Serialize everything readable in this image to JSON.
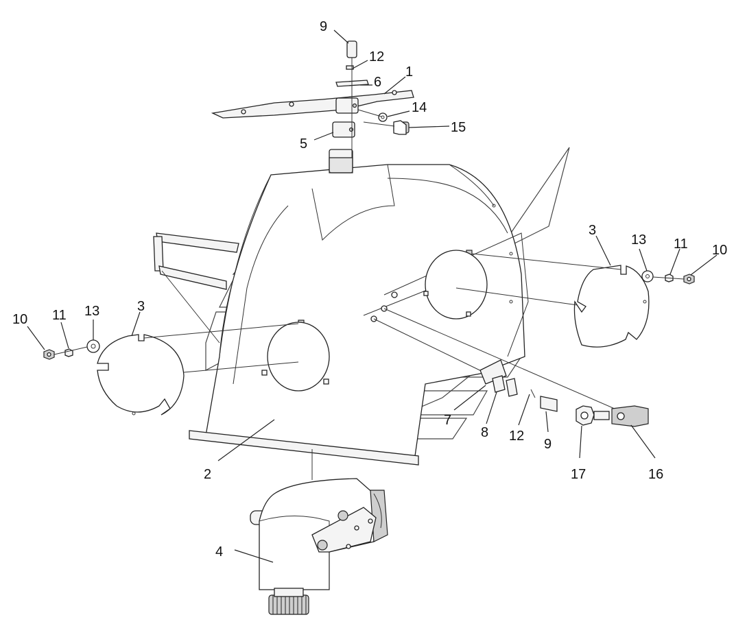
{
  "callouts": [
    {
      "id": "c-9-top",
      "label": "9"
    },
    {
      "id": "c-12-top",
      "label": "12"
    },
    {
      "id": "c-1",
      "label": "1"
    },
    {
      "id": "c-6",
      "label": "6"
    },
    {
      "id": "c-14",
      "label": "14"
    },
    {
      "id": "c-15",
      "label": "15"
    },
    {
      "id": "c-5",
      "label": "5"
    },
    {
      "id": "c-3-right",
      "label": "3"
    },
    {
      "id": "c-13-right",
      "label": "13"
    },
    {
      "id": "c-11-right",
      "label": "11"
    },
    {
      "id": "c-10-right",
      "label": "10"
    },
    {
      "id": "c-10-left",
      "label": "10"
    },
    {
      "id": "c-11-left",
      "label": "11"
    },
    {
      "id": "c-13-left",
      "label": "13"
    },
    {
      "id": "c-3-left",
      "label": "3"
    },
    {
      "id": "c-7",
      "label": "7"
    },
    {
      "id": "c-8",
      "label": "8"
    },
    {
      "id": "c-12-mid",
      "label": "12"
    },
    {
      "id": "c-9-mid",
      "label": "9"
    },
    {
      "id": "c-17",
      "label": "17"
    },
    {
      "id": "c-16",
      "label": "16"
    },
    {
      "id": "c-2",
      "label": "2"
    },
    {
      "id": "c-4",
      "label": "4"
    }
  ]
}
